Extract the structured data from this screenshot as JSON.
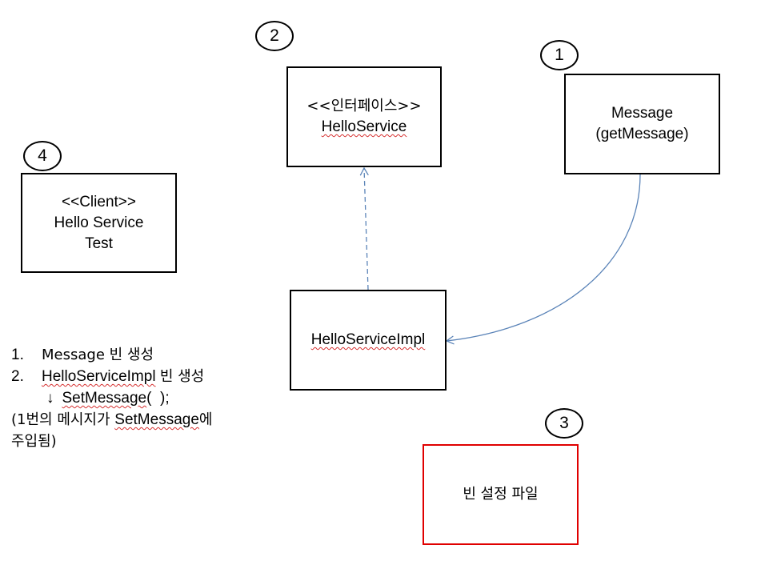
{
  "components": {
    "message": {
      "number": "1",
      "line1": "Message",
      "line2": "(getMessage)"
    },
    "hello_service": {
      "number": "2",
      "stereotype": "<<인터페이스>>",
      "name": "HelloService"
    },
    "bean_config": {
      "number": "3",
      "label": "빈 설정 파일",
      "color": "#e00000"
    },
    "client": {
      "number": "4",
      "stereotype": "<<Client>>",
      "line2": "Hello Service",
      "line3": "Test"
    },
    "impl": {
      "name": "HelloServiceImpl"
    }
  },
  "notes": {
    "item1_num": "1.",
    "item1_text": "Message 빈 생성",
    "item2_num": "2.",
    "item2_name": "HelloServiceImpl",
    "item2_rest": "빈 생성",
    "item3_arrow": "↓",
    "item3_name": "SetMessage",
    "item3_rest": "(  );",
    "paren_line1_a": "(1번의 메시지가 ",
    "paren_line1_name": "SetMessage",
    "paren_line1_b": "에",
    "paren_line2": "주입됨)"
  },
  "colors": {
    "arrow": "#5b84b8",
    "squiggle": "#d63030"
  }
}
